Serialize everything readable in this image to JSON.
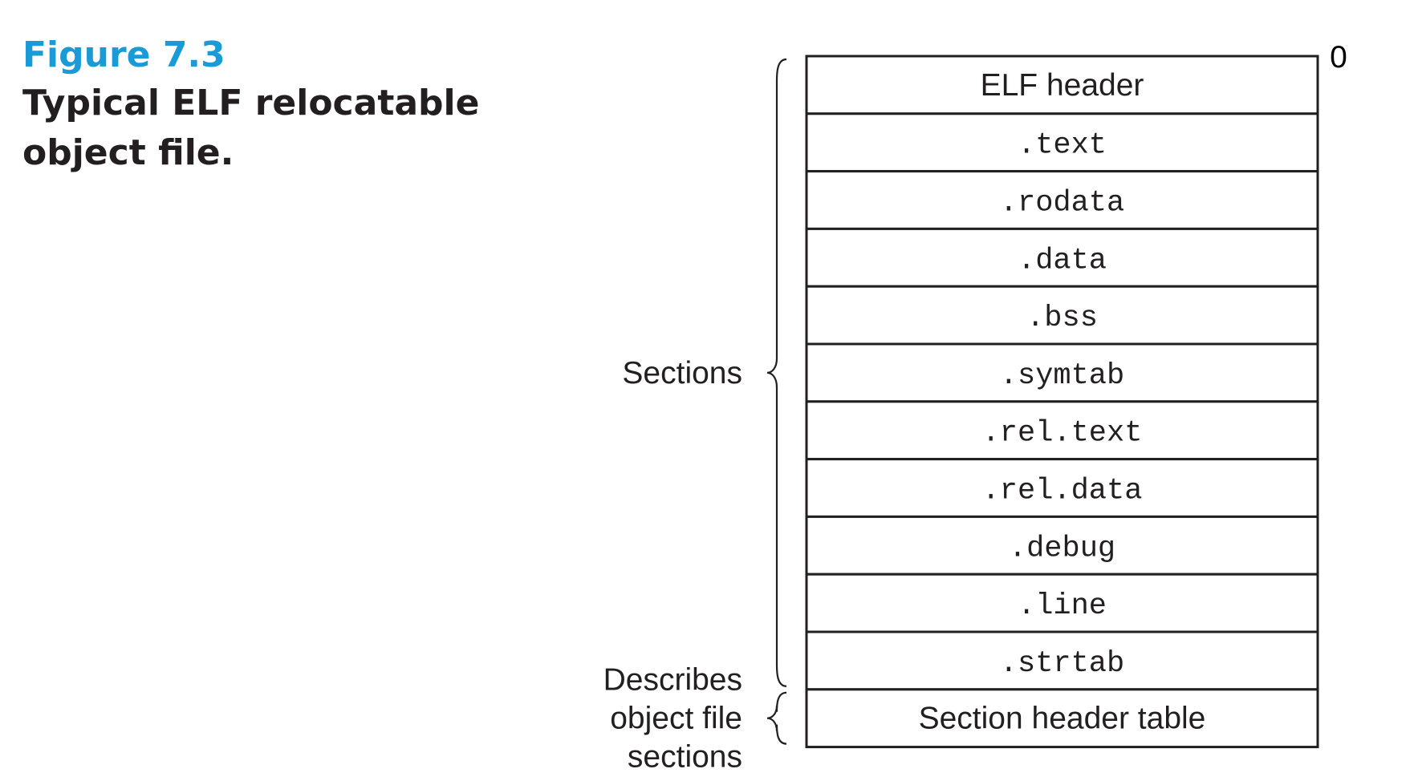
{
  "figure": {
    "number": "Figure 7.3",
    "title": "Typical ELF relocatable\nobject file."
  },
  "diagram": {
    "offset_label": "0",
    "rows": [
      {
        "label": "ELF header",
        "style": "sans"
      },
      {
        "label": ".text",
        "style": "mono"
      },
      {
        "label": ".rodata",
        "style": "mono"
      },
      {
        "label": ".data",
        "style": "mono"
      },
      {
        "label": ".bss",
        "style": "mono"
      },
      {
        "label": ".symtab",
        "style": "mono"
      },
      {
        "label": ".rel.text",
        "style": "mono"
      },
      {
        "label": ".rel.data",
        "style": "mono"
      },
      {
        "label": ".debug",
        "style": "mono"
      },
      {
        "label": ".line",
        "style": "mono"
      },
      {
        "label": ".strtab",
        "style": "mono"
      },
      {
        "label": "Section header table",
        "style": "sans"
      }
    ],
    "groups": [
      {
        "name": "sections-group",
        "first_row": 0,
        "last_row": 10,
        "label_lines": [
          "Sections"
        ]
      },
      {
        "name": "section-header-group",
        "first_row": 11,
        "last_row": 11,
        "label_lines": [
          "Describes",
          "object file",
          "sections"
        ]
      }
    ]
  }
}
